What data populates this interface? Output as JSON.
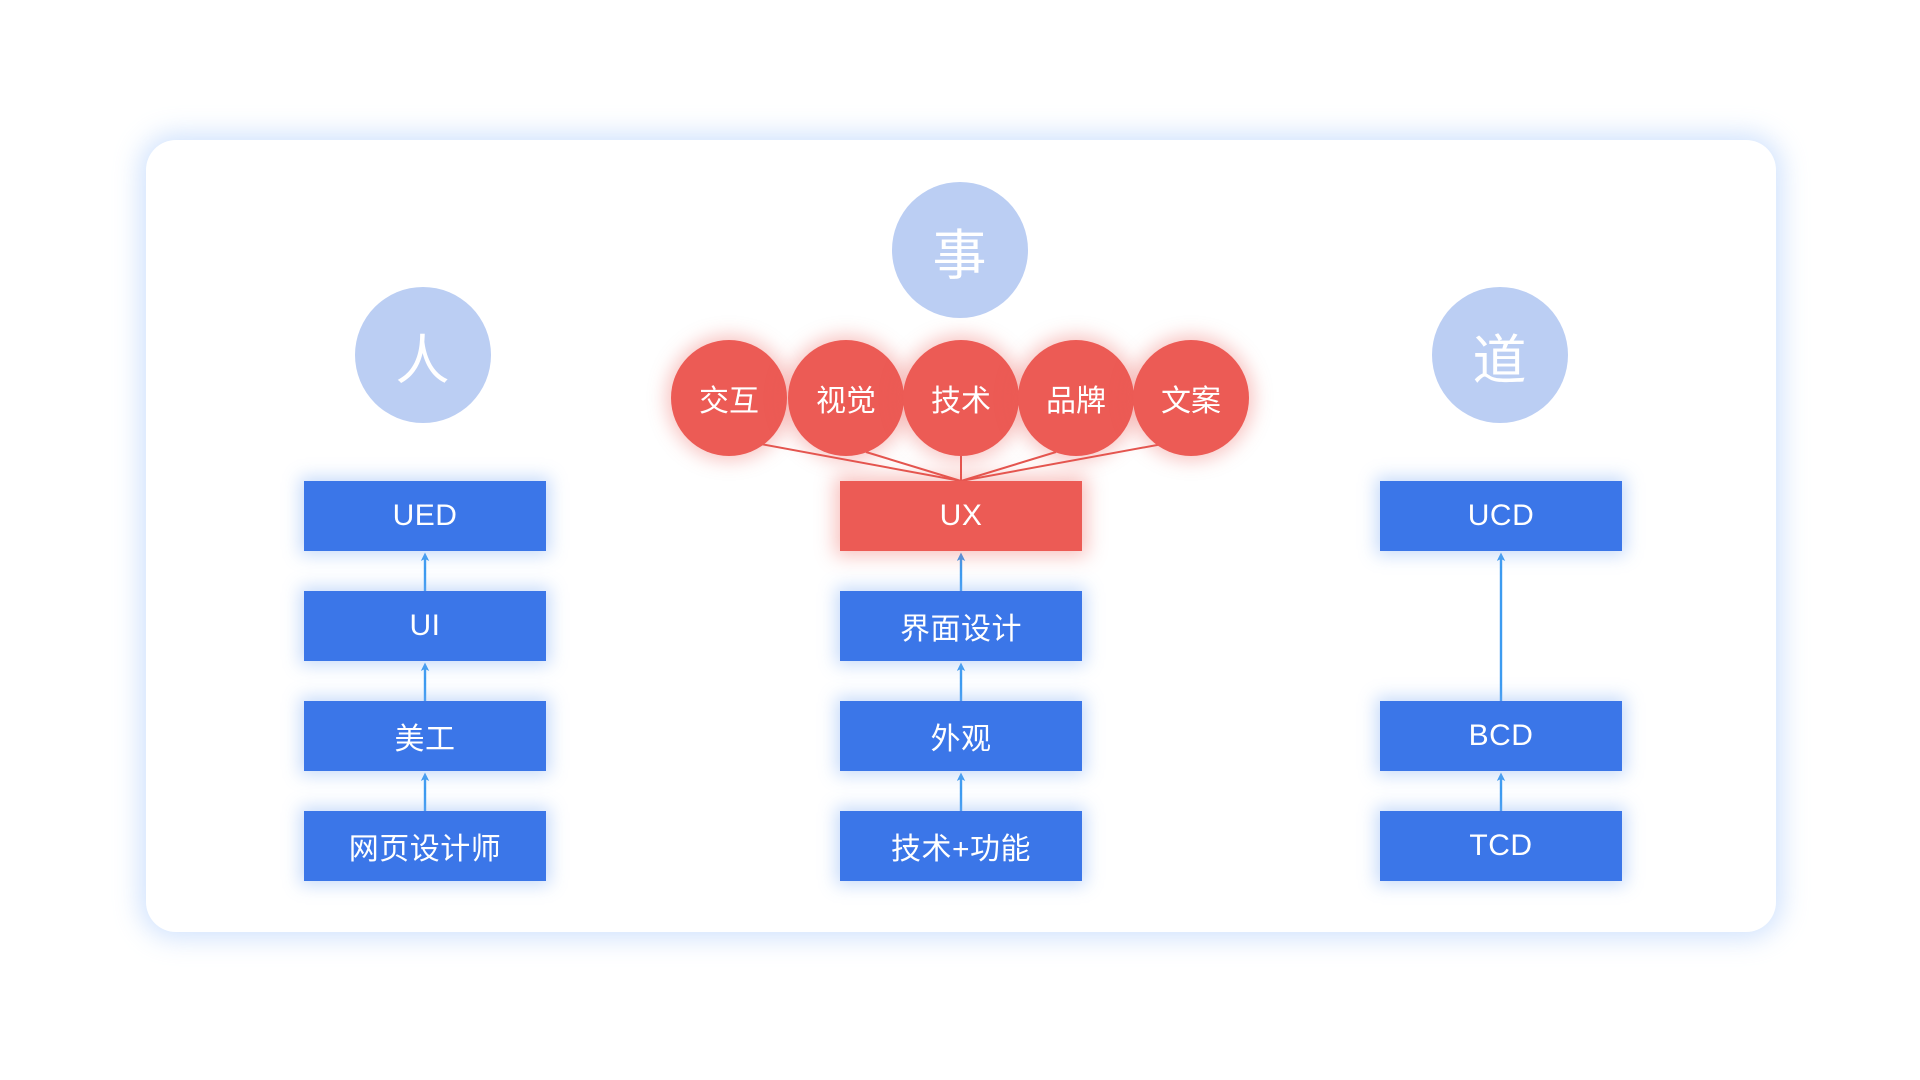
{
  "diagram": {
    "title_circles": [
      {
        "id": "ren",
        "label": "人"
      },
      {
        "id": "shi",
        "label": "事"
      },
      {
        "id": "dao",
        "label": "道"
      }
    ],
    "skill_circles": [
      {
        "id": "interaction",
        "label": "交互"
      },
      {
        "id": "visual",
        "label": "视觉"
      },
      {
        "id": "technology",
        "label": "技术"
      },
      {
        "id": "brand",
        "label": "品牌"
      },
      {
        "id": "copywriting",
        "label": "文案"
      }
    ],
    "columns": [
      {
        "id": "people",
        "nodes": [
          {
            "id": "ued",
            "label": "UED",
            "accent": false
          },
          {
            "id": "ui",
            "label": "UI",
            "accent": false
          },
          {
            "id": "artist",
            "label": "美工",
            "accent": false
          },
          {
            "id": "web-designer",
            "label": "网页设计师",
            "accent": false
          }
        ]
      },
      {
        "id": "matters",
        "nodes": [
          {
            "id": "ux",
            "label": "UX",
            "accent": true
          },
          {
            "id": "interface-design",
            "label": "界面设计",
            "accent": false
          },
          {
            "id": "appearance",
            "label": "外观",
            "accent": false
          },
          {
            "id": "tech-function",
            "label": "技术+功能",
            "accent": false
          }
        ]
      },
      {
        "id": "principles",
        "nodes": [
          {
            "id": "ucd",
            "label": "UCD",
            "accent": false
          },
          {
            "id": "bcd",
            "label": "BCD",
            "accent": false
          },
          {
            "id": "tcd",
            "label": "TCD",
            "accent": false
          }
        ]
      }
    ],
    "colors": {
      "blue_node": "#3b76e8",
      "red_node": "#ec5b55",
      "pale_circle": "#b bcef3",
      "arrow_blue": "#3d9bf0",
      "edge_red": "#e4554f",
      "card_background": "#ffffff",
      "page_background": "#ffffff"
    }
  }
}
